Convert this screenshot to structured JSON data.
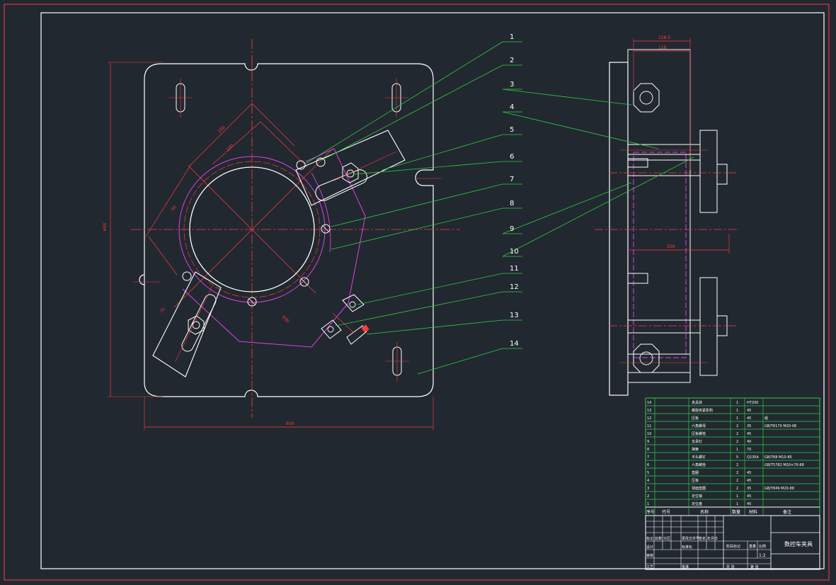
{
  "drawing_title": "数控车夹具",
  "scale": "1:2",
  "leaders": [
    "1",
    "2",
    "3",
    "4",
    "5",
    "6",
    "7",
    "8",
    "9",
    "10",
    "11",
    "12",
    "13",
    "14"
  ],
  "dimensions": {
    "front_width": "600",
    "front_height": "600",
    "side_top_outer": "158.5",
    "side_top_inner": "118",
    "side_depth": "250",
    "diag_a": "200",
    "diag_b": "160",
    "diag_c": "45",
    "small_a": "35",
    "small_b": "R95"
  },
  "bom_rows": [
    {
      "no": "14",
      "name": "夹具体",
      "qty": "1",
      "mat": "HT200",
      "note": ""
    },
    {
      "no": "13",
      "name": "螺旋夹紧机构",
      "qty": "1",
      "mat": "45",
      "note": ""
    },
    {
      "no": "12",
      "name": "压板",
      "qty": "1",
      "mat": "45",
      "note": "组"
    },
    {
      "no": "11",
      "name": "六角螺母",
      "qty": "2",
      "mat": "35",
      "note": "GB/T6170 M20-08"
    },
    {
      "no": "10",
      "name": "压板螺栓",
      "qty": "2",
      "mat": "45",
      "note": ""
    },
    {
      "no": "9",
      "name": "支承钉",
      "qty": "2",
      "mat": "40",
      "note": ""
    },
    {
      "no": "8",
      "name": "弹簧",
      "qty": "1",
      "mat": "70",
      "note": ""
    },
    {
      "no": "7",
      "name": "平头螺钉",
      "qty": "5",
      "mat": "Q235A",
      "note": "GB/T68 M10-85"
    },
    {
      "no": "6",
      "name": "六角螺栓",
      "qty": "2",
      "mat": "",
      "note": "GB/T5782 M20×70-88"
    },
    {
      "no": "5",
      "name": "垫圈",
      "qty": "2",
      "mat": "45",
      "note": ""
    },
    {
      "no": "4",
      "name": "压板",
      "qty": "2",
      "mat": "45",
      "note": ""
    },
    {
      "no": "3",
      "name": "球面垫圈",
      "qty": "2",
      "mat": "35",
      "note": "GB/T849 M20-88"
    },
    {
      "no": "2",
      "name": "定位销",
      "qty": "1",
      "mat": "45",
      "note": ""
    },
    {
      "no": "1",
      "name": "定位盘",
      "qty": "1",
      "mat": "45",
      "note": ""
    }
  ],
  "bom_header": {
    "no": "序号",
    "code": "代号",
    "name": "名称",
    "qty": "数量",
    "mat": "材料",
    "note": "备注"
  },
  "title_block": {
    "mark": "标记",
    "count": "处数",
    "zone": "分区",
    "change_doc": "更改文件号",
    "sign": "签名",
    "date": "年月日",
    "design": "设计",
    "standard": "标准化",
    "check": "审核",
    "process": "工艺",
    "approve": "批准",
    "stage": "阶段标记",
    "weight": "重量",
    "ratio": "比例",
    "sheets": "共 张",
    "sheet": "第 张"
  }
}
